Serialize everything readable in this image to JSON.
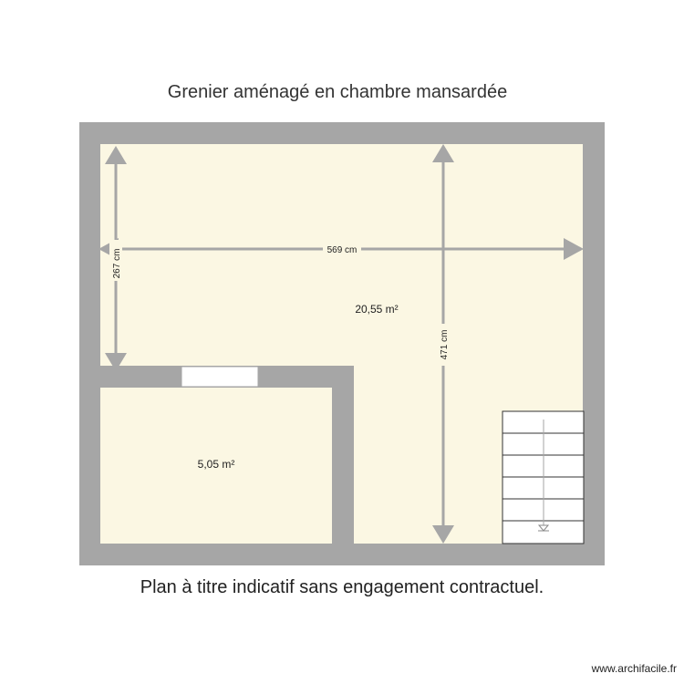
{
  "title": "Grenier aménagé en chambre mansardée",
  "footer": "Plan à titre indicatif sans engagement contractuel.",
  "watermark": "www.archifacile.fr",
  "dimensions": {
    "horizontal": "569 cm",
    "vertical_left": "267 cm",
    "vertical_right": "471 cm"
  },
  "rooms": {
    "main_area": "20,55 m²",
    "small_area": "5,05 m²"
  },
  "colors": {
    "wall": "#a6a6a6",
    "floor": "#fbf7e3",
    "arrow": "#a6a6a6"
  }
}
